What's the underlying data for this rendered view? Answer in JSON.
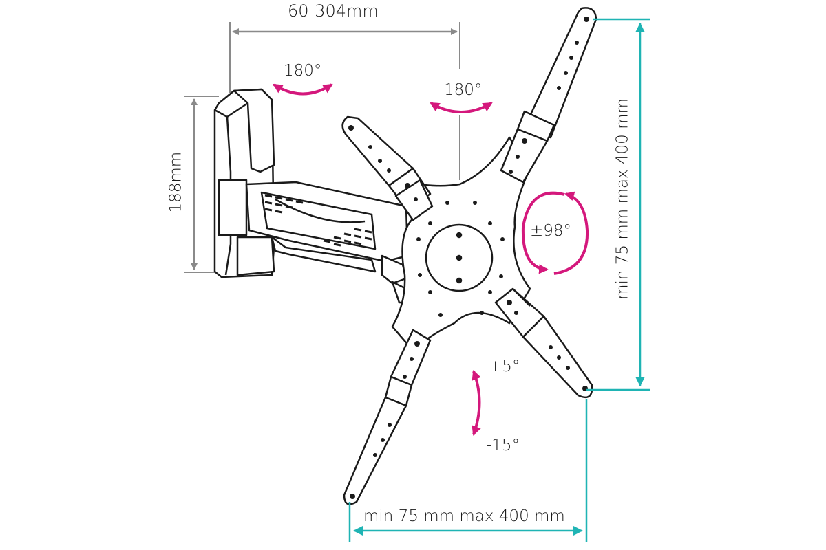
{
  "dimensions": {
    "arm_reach": "60-304mm",
    "wall_plate_height": "188mm",
    "vesa_vertical": "min 75 mm max 400 mm",
    "vesa_horizontal": "min 75 mm max 400 mm"
  },
  "rotations": {
    "wall_swivel": "180°",
    "head_swivel": "180°",
    "rotation": "±98°",
    "tilt_up": "+5°",
    "tilt_down": "-15°"
  },
  "colors": {
    "line": "#1a1a1a",
    "dimension_gray": "#8a8a8a",
    "rotation_magenta": "#d4187c",
    "vesa_teal": "#1fb4b4"
  }
}
